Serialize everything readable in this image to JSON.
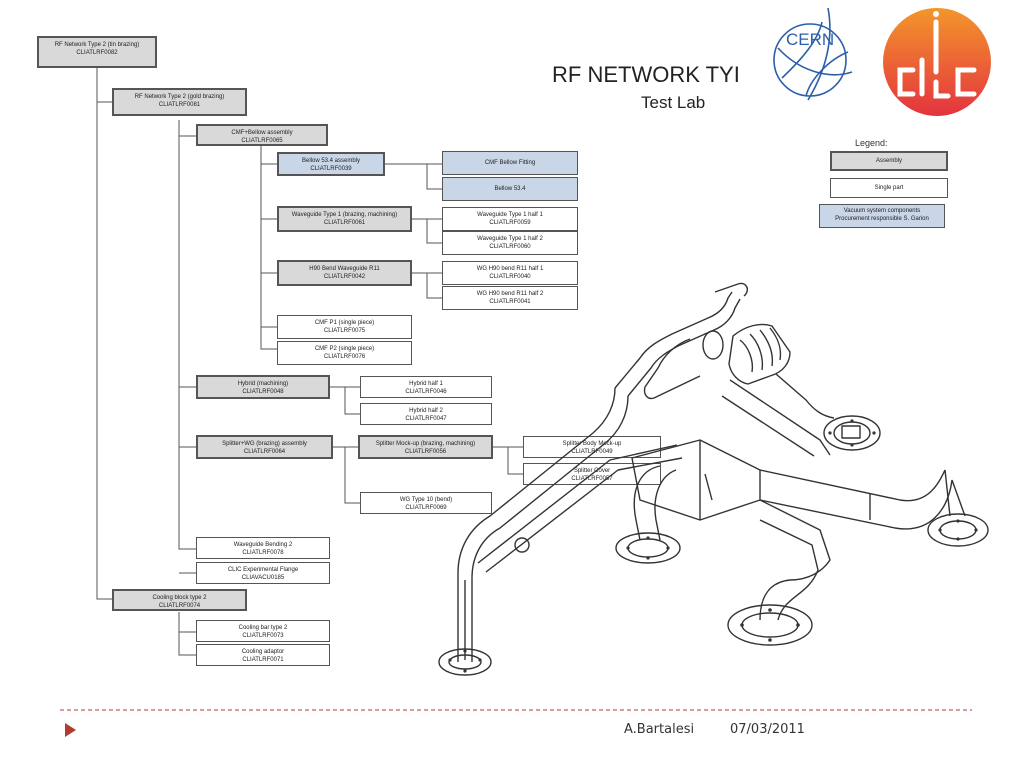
{
  "header": {
    "title": "RF NETWORK TYI",
    "subtitle": "Test Lab",
    "cern_logo": "CERN",
    "clic_logo": "CLIC"
  },
  "legend": {
    "title": "Legend:",
    "assembly": "Assembly",
    "single_part": "Single part",
    "vacuum_1": "Vacuum system components",
    "vacuum_2": "Procurement responsible S. Garion"
  },
  "tree": {
    "n1": {
      "l1": "RF Network Type 2 (tin brazing)",
      "l2": "CLIATLRF0082"
    },
    "n2": {
      "l1": "RF Network Type 2 (gold brazing)",
      "l2": "CLIATLRF0081"
    },
    "n3": {
      "l1": "CMF+Bellow assembly",
      "l2": "CLIATLRF0065"
    },
    "n4": {
      "l1": "Bellow 53.4 assembly",
      "l2": "CLIATLRF0039"
    },
    "n5": {
      "l1": "CMF Bellow Fitting",
      "l2": ""
    },
    "n6": {
      "l1": "Bellow 53.4",
      "l2": ""
    },
    "n7": {
      "l1": "Waveguide Type 1 (brazing, machining)",
      "l2": "CLIATLRF0061"
    },
    "n8": {
      "l1": "Waveguide Type 1 half 1",
      "l2": "CLIATLRF0059"
    },
    "n9": {
      "l1": "Waveguide Type 1 half 2",
      "l2": "CLIATLRF0060"
    },
    "n10": {
      "l1": "H90 Bend Waveguide R11",
      "l2": "CLIATLRF0042"
    },
    "n11": {
      "l1": "WG H90 bend R11 half 1",
      "l2": "CLIATLRF0040"
    },
    "n12": {
      "l1": "WG H90 bend R11 half 2",
      "l2": "CLIATLRF0041"
    },
    "n13": {
      "l1": "CMF P1 (single piece)",
      "l2": "CLIATLRF0075"
    },
    "n14": {
      "l1": "CMF P2 (single piece)",
      "l2": "CLIATLRF0076"
    },
    "n15": {
      "l1": "Hybrid (machining)",
      "l2": "CLIATLRF0048"
    },
    "n16": {
      "l1": "Hybrid half 1",
      "l2": "CLIATLRF0046"
    },
    "n17": {
      "l1": "Hybrid half 2",
      "l2": "CLIATLRF0047"
    },
    "n18": {
      "l1": "Splitter+WG (brazing) assembly",
      "l2": "CLIATLRF0064"
    },
    "n19": {
      "l1": "Splitter Mock-up (brazing, machining)",
      "l2": "CLIATLRF0056"
    },
    "n20": {
      "l1": "Splitter Body Mock-up",
      "l2": "CLIATLRF0049"
    },
    "n21": {
      "l1": "Splitter Cover",
      "l2": "CLIATLRF0057"
    },
    "n22": {
      "l1": "WG Type 10 (bend)",
      "l2": "CLIATLRF0069"
    },
    "n23": {
      "l1": "Waveguide Bending 2",
      "l2": "CLIATLRF0078"
    },
    "n24": {
      "l1": "CLIC Experimental Flange",
      "l2": "CLIAVACU0185"
    },
    "n25": {
      "l1": "Cooling block type 2",
      "l2": "CLIATLRF0074"
    },
    "n26": {
      "l1": "Cooling bar type 2",
      "l2": "CLIATLRF0073"
    },
    "n27": {
      "l1": "Cooling adaptor",
      "l2": "CLIATLRF0071"
    }
  },
  "footer": {
    "author": "A.Bartalesi",
    "date": "07/03/2011"
  },
  "colors": {
    "assembly_fill": "#d9d9d9",
    "vacuum_fill": "#c9d6e8",
    "accent": "#b33a2e",
    "clic_gradient_top": "#ef6a2c",
    "clic_gradient_bottom": "#e43d3f"
  }
}
